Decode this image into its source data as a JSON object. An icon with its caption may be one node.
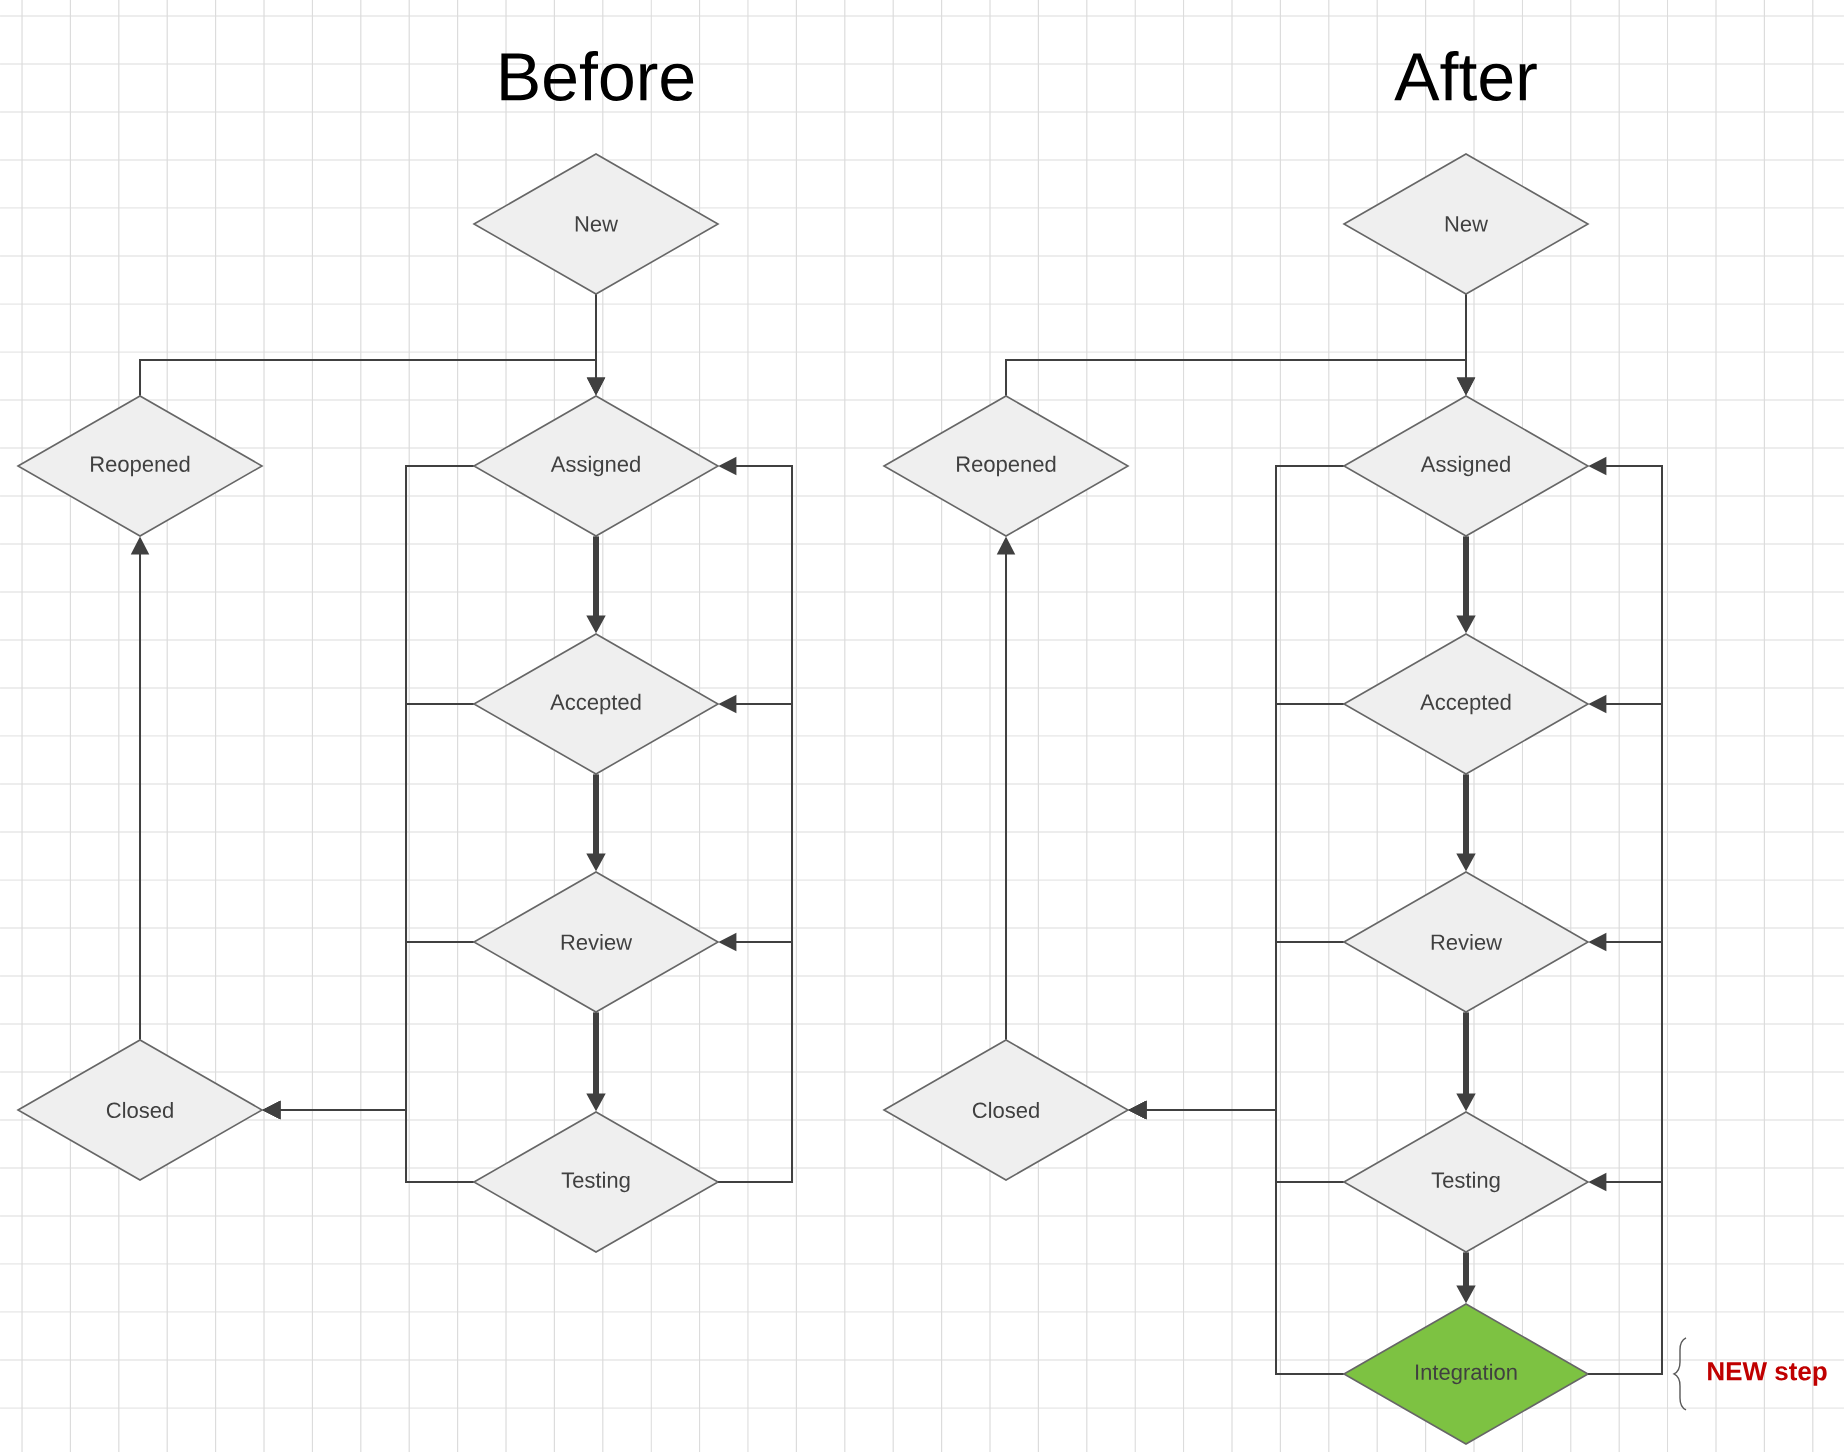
{
  "diagram": {
    "nodes": [
      {
        "text": [
          "New"
        ]
      },
      {
        "text": [
          "Reopened"
        ]
      },
      {
        "text": [
          "Assigned"
        ]
      },
      {
        "text": [
          "Accepted"
        ]
      },
      {
        "text": [
          "Review"
        ]
      },
      {
        "text": [
          "Closed"
        ]
      },
      {
        "text": [
          "Testing"
        ]
      },
      {
        "text": [
          "New"
        ]
      },
      {
        "text": [
          "Reopened"
        ]
      },
      {
        "text": [
          "Assigned"
        ]
      },
      {
        "text": [
          "Accepted"
        ]
      },
      {
        "text": [
          "Review"
        ]
      },
      {
        "text": [
          "Closed"
        ]
      },
      {
        "text": [
          "Testing"
        ]
      },
      {
        "text": [
          "Integration"
        ]
      }
    ],
    "edges": [
      {
        "from": 0,
        "to": 2,
        "arrow": "to"
      },
      {
        "from": 1,
        "to": 2,
        "arrow": "to"
      },
      {
        "from": 2,
        "to": 3,
        "arrow": "to",
        "style": "thick"
      },
      {
        "from": 3,
        "to": 4,
        "arrow": "to",
        "style": "thick"
      },
      {
        "from": 4,
        "to": 6,
        "arrow": "to",
        "style": "thick"
      },
      {
        "from": 2,
        "to": 5,
        "arrow": "to"
      },
      {
        "from": 3,
        "to": 5,
        "arrow": "to"
      },
      {
        "from": 4,
        "to": 5,
        "arrow": "to"
      },
      {
        "from": 6,
        "to": 5,
        "arrow": "to"
      },
      {
        "from": 6,
        "to": 2,
        "arrow": "to"
      },
      {
        "from": 6,
        "to": 3,
        "arrow": "to"
      },
      {
        "from": 6,
        "to": 4,
        "arrow": "to"
      },
      {
        "from": 5,
        "to": 1,
        "arrow": "to"
      },
      {
        "from": 7,
        "to": 9,
        "arrow": "to"
      },
      {
        "from": 8,
        "to": 9,
        "arrow": "to"
      },
      {
        "from": 9,
        "to": 10,
        "arrow": "to",
        "style": "thick"
      },
      {
        "from": 10,
        "to": 11,
        "arrow": "to",
        "style": "thick"
      },
      {
        "from": 11,
        "to": 13,
        "arrow": "to",
        "style": "thick"
      },
      {
        "from": 13,
        "to": 14,
        "arrow": "to",
        "style": "thick"
      },
      {
        "from": 9,
        "to": 12,
        "arrow": "to"
      },
      {
        "from": 10,
        "to": 12,
        "arrow": "to"
      },
      {
        "from": 11,
        "to": 12,
        "arrow": "to"
      },
      {
        "from": 13,
        "to": 12,
        "arrow": "to"
      },
      {
        "from": 14,
        "to": 12,
        "arrow": "to"
      },
      {
        "from": 14,
        "to": 9,
        "arrow": "to"
      },
      {
        "from": 14,
        "to": 10,
        "arrow": "to"
      },
      {
        "from": 14,
        "to": 11,
        "arrow": "to"
      },
      {
        "from": 14,
        "to": 13,
        "arrow": "to"
      },
      {
        "from": 12,
        "to": 8,
        "arrow": "to"
      }
    ],
    "labels": [
      "Before",
      "After",
      "NEW step"
    ]
  }
}
